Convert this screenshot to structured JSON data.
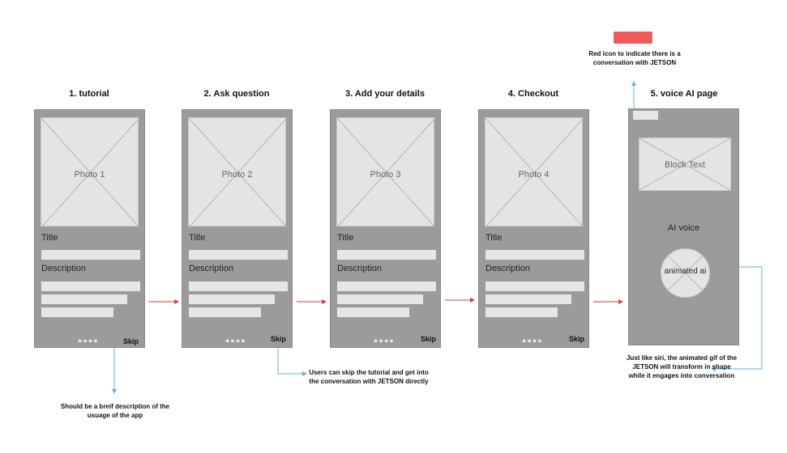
{
  "steps": [
    {
      "title": "1. tutorial",
      "photo": "Photo 1",
      "title_label": "Title",
      "desc_label": "Description",
      "dots": "●●●●",
      "skip": "Skip"
    },
    {
      "title": "2. Ask question",
      "photo": "Photo 2",
      "title_label": "Title",
      "desc_label": "Description",
      "dots": "●●●●",
      "skip": "Skip"
    },
    {
      "title": "3. Add your details",
      "photo": "Photo 3",
      "title_label": "Title",
      "desc_label": "Description",
      "dots": "●●●●",
      "skip": "Skip"
    },
    {
      "title": "4. Checkout",
      "photo": "Photo 4",
      "title_label": "Title",
      "desc_label": "Description",
      "dots": "●●●●",
      "skip": "Skip"
    }
  ],
  "voice_page": {
    "title": "5. voice AI page",
    "block_text": "Block Text",
    "ai_voice_label": "AI voice",
    "animated_label": "animated ai"
  },
  "notes": {
    "red_icon": "Red icon to indicate there is a conversation with JETSON",
    "skip_tutorial": "Users can skip the tutorial and get into the conversation with JETSON directly",
    "description": "Should be a breif description of the usuage of the app",
    "siri": "Just like siri, the animated gif of the JETSON will transform in shape while it engages into conversation"
  },
  "colors": {
    "red_icon": "#f15a5a",
    "arrow_red": "#e03a3a",
    "connector_blue": "#6aaee8",
    "phone_gray": "#9b9b9b"
  }
}
